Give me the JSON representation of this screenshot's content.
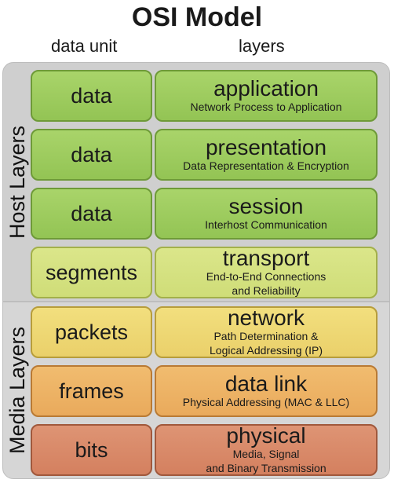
{
  "title": "OSI Model",
  "columns": {
    "data_unit": "data unit",
    "layers": "layers"
  },
  "groups": {
    "host": "Host Layers",
    "media": "Media Layers"
  },
  "rows": [
    {
      "unit": "data",
      "name": "application",
      "desc1": "Network Process to Application",
      "desc2": "",
      "color": "#9ccb5c"
    },
    {
      "unit": "data",
      "name": "presentation",
      "desc1": "Data Representation & Encryption",
      "desc2": "",
      "color": "#9ccb5c"
    },
    {
      "unit": "data",
      "name": "session",
      "desc1": "Interhost Communication",
      "desc2": "",
      "color": "#9ccb5c"
    },
    {
      "unit": "segments",
      "name": "transport",
      "desc1": "End-to-End Connections",
      "desc2": "and Reliability",
      "color": "#d6e27f"
    },
    {
      "unit": "packets",
      "name": "network",
      "desc1": "Path Determination &",
      "desc2": "Logical Addressing (IP)",
      "color": "#eed874"
    },
    {
      "unit": "frames",
      "name": "data link",
      "desc1": "Physical Addressing (MAC & LLC)",
      "desc2": "",
      "color": "#edb366"
    },
    {
      "unit": "bits",
      "name": "physical",
      "desc1": "Media, Signal",
      "desc2": "and Binary Transmission",
      "color": "#d98a6a"
    }
  ]
}
